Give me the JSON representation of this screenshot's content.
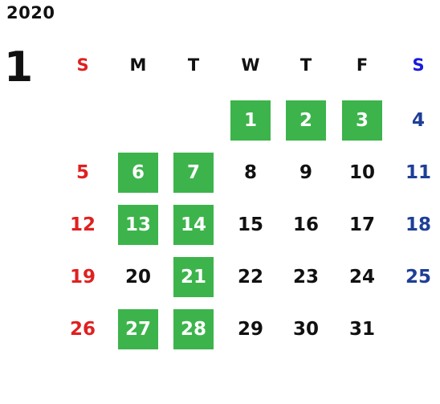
{
  "year": "2020",
  "month": "1",
  "colors": {
    "sunday": "#e02020",
    "saturday_header": "#1a1adb",
    "saturday": "#1e3f96",
    "weekday": "#111111",
    "highlight_bg": "#3cb44b",
    "highlight_text": "#ffffff"
  },
  "weekdays": [
    "S",
    "M",
    "T",
    "W",
    "T",
    "F",
    "S"
  ],
  "weeks": [
    [
      null,
      null,
      null,
      "1",
      "2",
      "3",
      "4"
    ],
    [
      "5",
      "6",
      "7",
      "8",
      "9",
      "10",
      "11"
    ],
    [
      "12",
      "13",
      "14",
      "15",
      "16",
      "17",
      "18"
    ],
    [
      "19",
      "20",
      "21",
      "22",
      "23",
      "24",
      "25"
    ],
    [
      "26",
      "27",
      "28",
      "29",
      "30",
      "31",
      null
    ]
  ],
  "highlighted_days": [
    "1",
    "2",
    "3",
    "6",
    "7",
    "13",
    "14",
    "21",
    "27",
    "28"
  ]
}
